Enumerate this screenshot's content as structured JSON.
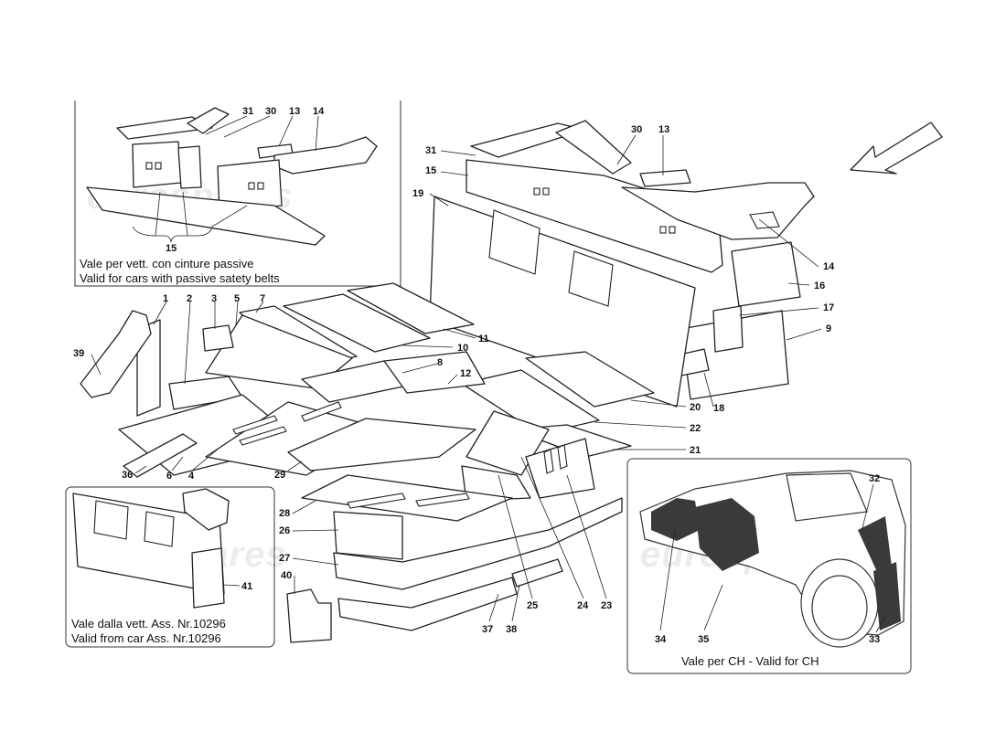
{
  "watermark": "eurospares",
  "insets": {
    "passive_belts": {
      "caption_it": "Vale per vett. con cinture passive",
      "caption_en": "Valid for cars with passive satety belts",
      "callouts": [
        "31",
        "30",
        "13",
        "14",
        "15"
      ]
    },
    "from_car": {
      "caption_it": "Vale dalla vett. Ass. Nr.10296",
      "caption_en": "Valid from car Ass. Nr.10296",
      "callouts": [
        "41"
      ]
    },
    "ch_version": {
      "caption": "Vale per CH - Valid for CH",
      "callouts": [
        "32",
        "33",
        "34",
        "35"
      ]
    }
  },
  "main_callouts": {
    "c31": "31",
    "c30": "30",
    "c13": "13",
    "c15": "15",
    "c19": "19",
    "c14": "14",
    "c16": "16",
    "c17": "17",
    "c9": "9",
    "c1": "1",
    "c2": "2",
    "c3": "3",
    "c5": "5",
    "c7": "7",
    "c39": "39",
    "c10": "10",
    "c11": "11",
    "c8": "8",
    "c12": "12",
    "c20": "20",
    "c18": "18",
    "c22": "22",
    "c21": "21",
    "c36": "36",
    "c6": "6",
    "c4": "4",
    "c29": "29",
    "c28": "28",
    "c26": "26",
    "c27": "27",
    "c40": "40",
    "c37": "37",
    "c38": "38",
    "c25": "25",
    "c24": "24",
    "c23": "23"
  },
  "icons": {
    "direction_arrow": "view-direction-arrow-icon"
  },
  "colors": {
    "line": "#222222",
    "watermark": "#d9dde2",
    "texture": "#3a3a3a"
  }
}
